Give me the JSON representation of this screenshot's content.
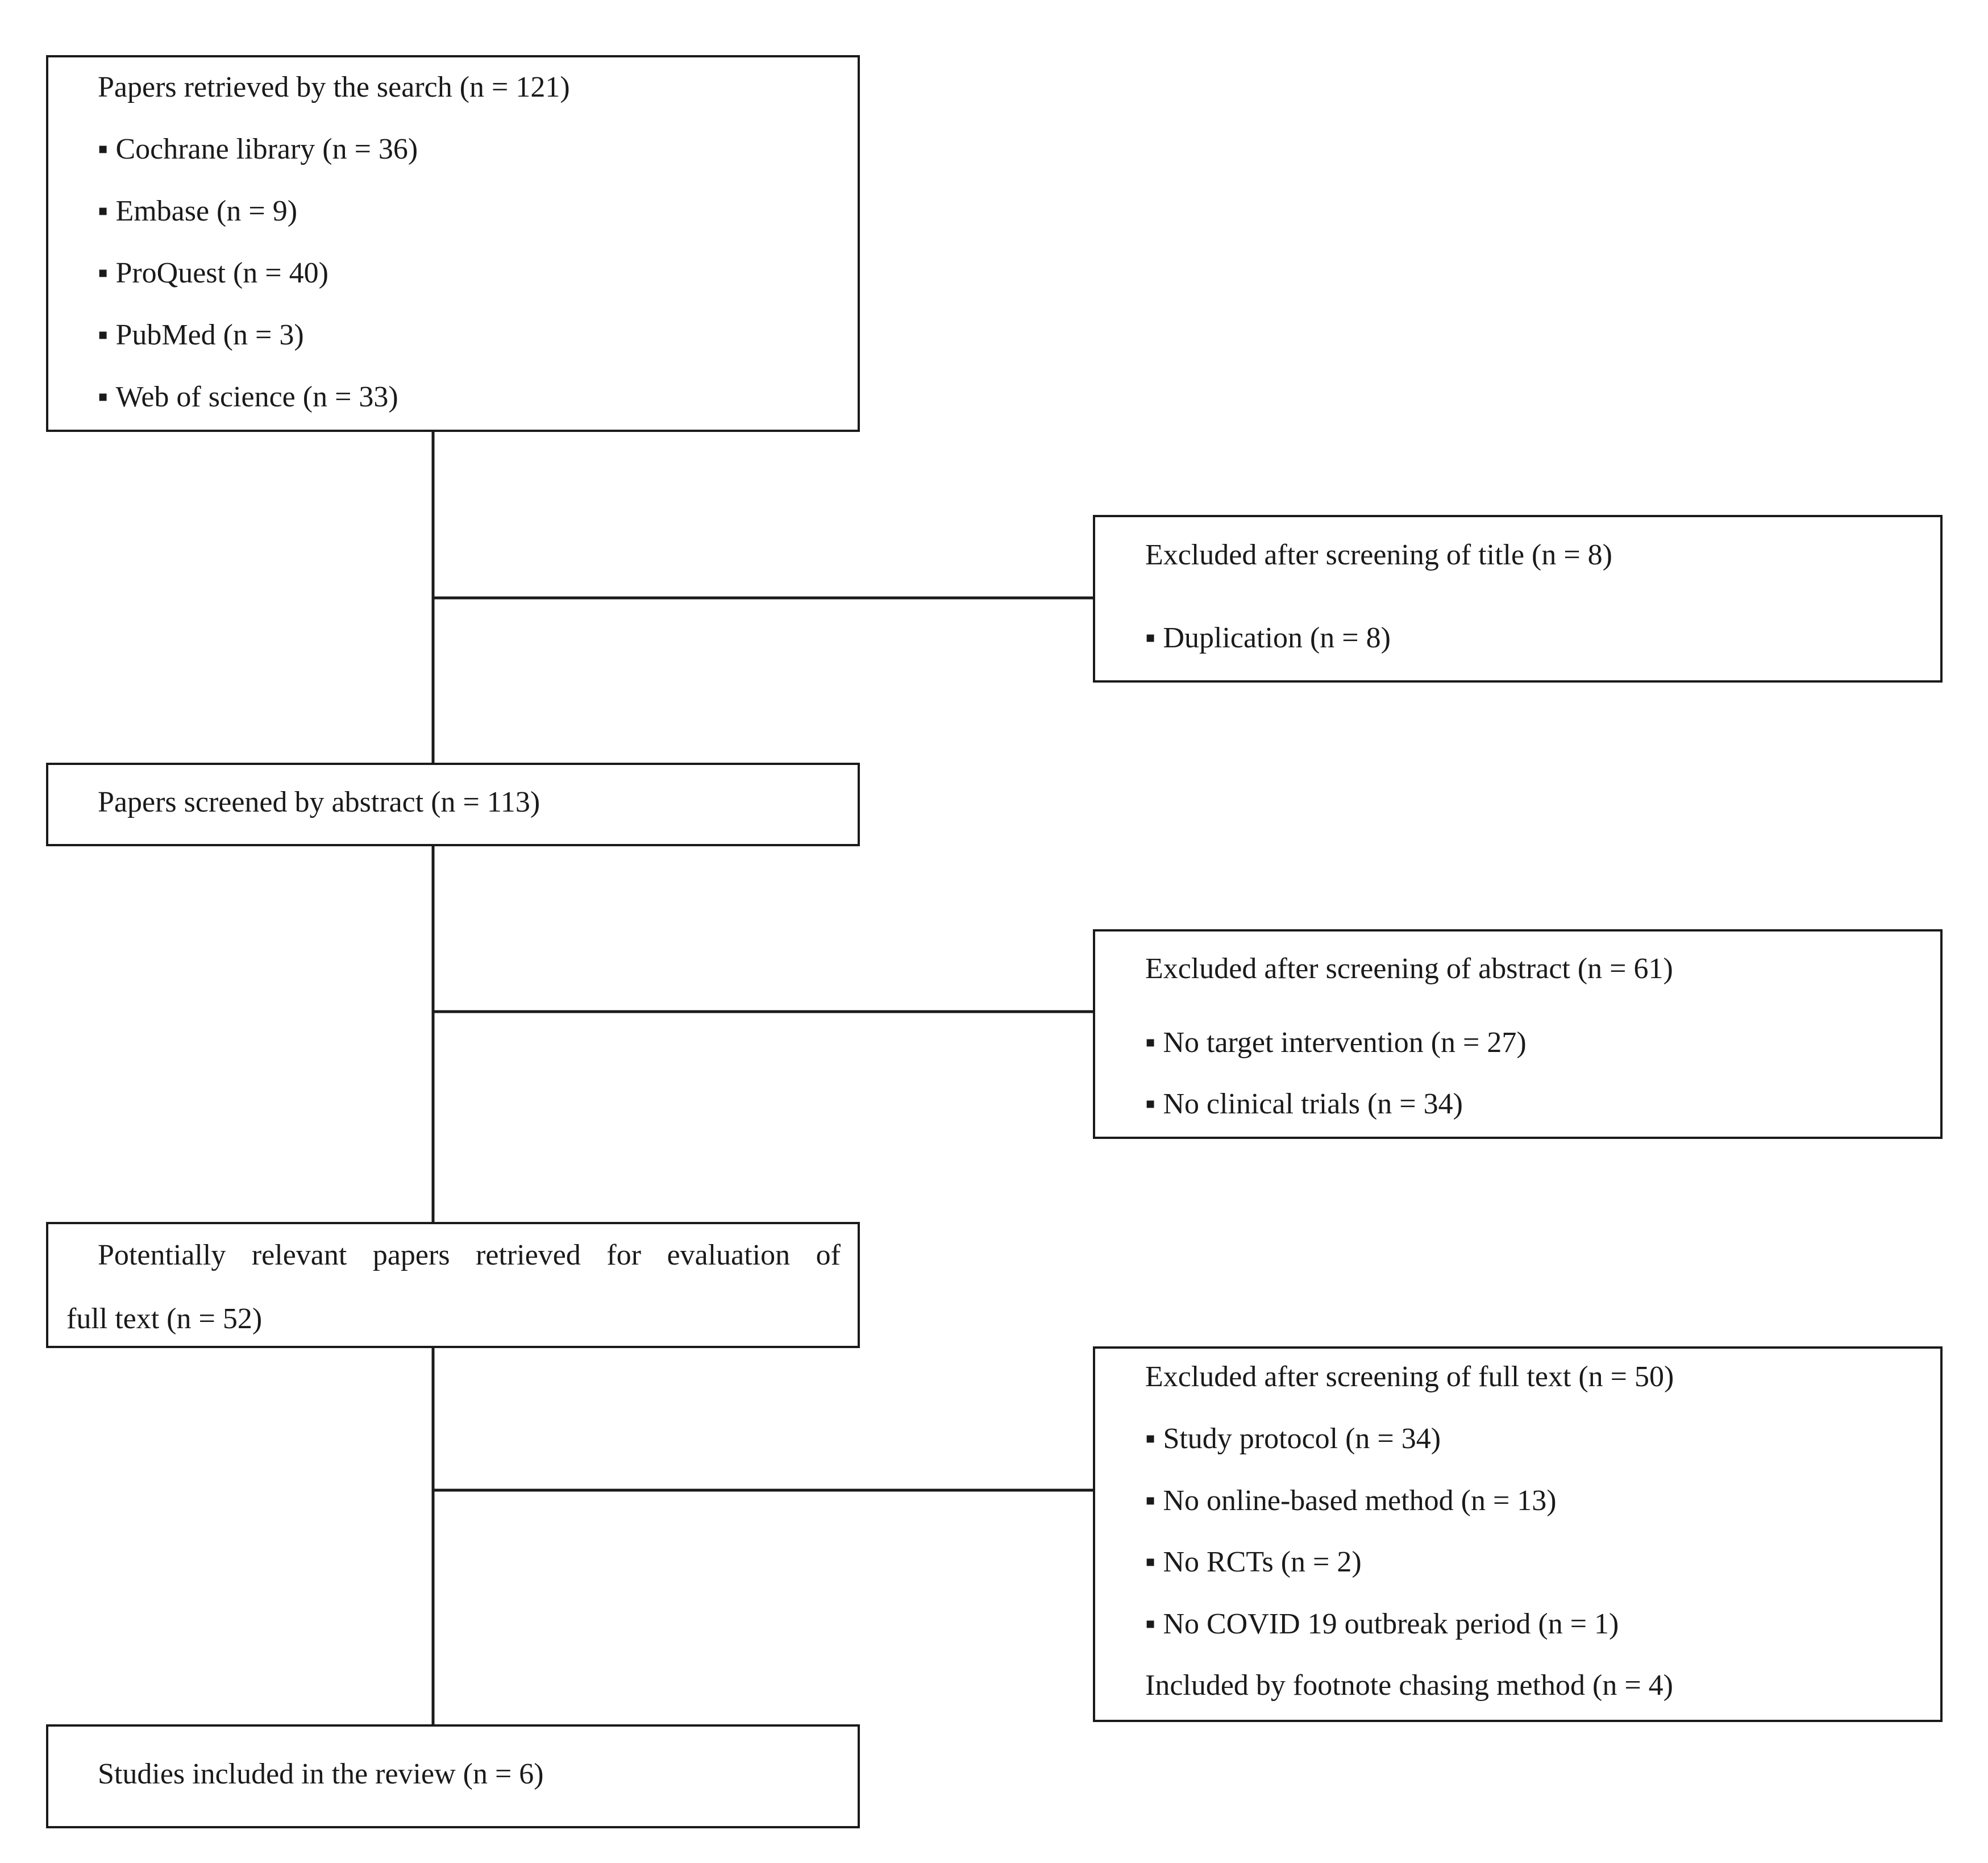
{
  "search": {
    "title": "Papers retrieved by the search (n = 121)",
    "sources": [
      "Cochrane library (n = 36)",
      "Embase (n = 9)",
      "ProQuest (n = 40)",
      "PubMed (n = 3)",
      "Web of science (n = 33)"
    ]
  },
  "title_exclusion": {
    "title": "Excluded after screening of title (n = 8)",
    "reasons": [
      "Duplication (n = 8)"
    ]
  },
  "abstract_screen": {
    "title": "Papers screened by abstract (n = 113)"
  },
  "abstract_exclusion": {
    "title": "Excluded after screening of abstract (n = 61)",
    "reasons": [
      "No target intervention (n = 27)",
      "No clinical trials (n = 34)"
    ]
  },
  "fulltext_eval": {
    "title_line1": "Potentially relevant papers retrieved for evaluation of",
    "title_line2": "full text (n = 52)"
  },
  "fulltext_exclusion": {
    "title": "Excluded after screening of full text (n = 50)",
    "reasons": [
      "Study protocol (n = 34)",
      "No online-based method (n = 13)",
      "No RCTs (n = 2)",
      "No COVID 19 outbreak period (n = 1)"
    ],
    "footnote": "Included by footnote chasing method (n = 4)"
  },
  "included": {
    "title": "Studies included in the review (n = 6)"
  }
}
